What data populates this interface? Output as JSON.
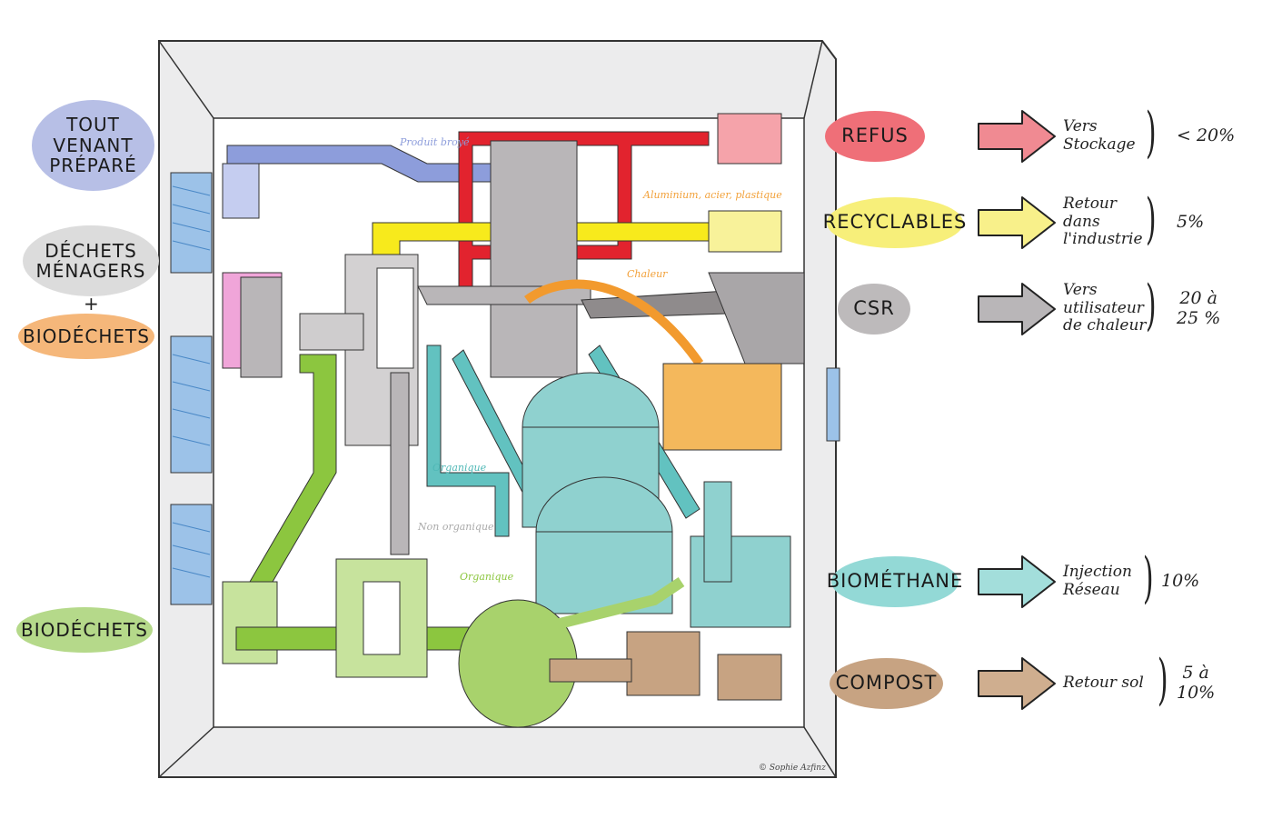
{
  "inputs": [
    {
      "label": "Tout venant préparé",
      "lines": [
        "TOUT",
        "VENANT",
        "PRÉPARÉ"
      ],
      "color": "#b7bfe6"
    },
    {
      "label": "Déchets ménagers",
      "lines": [
        "DÉCHETS",
        "MÉNAGERS"
      ],
      "color": "#dcdcdc"
    },
    {
      "plus": "+"
    },
    {
      "label": "Biodéchets",
      "lines": [
        "BIODÉCHETS"
      ],
      "color": "#f5b77a"
    },
    {
      "label": "Biodéchets",
      "lines": [
        "BIODÉCHETS"
      ],
      "color": "#b5d98a"
    }
  ],
  "flow_labels": {
    "produit_broye": "Produit broyé",
    "metals": "Aluminium, acier, plastique",
    "chaleur": "Chaleur",
    "organique_1": "Organique",
    "non_organique": "Non organique",
    "organique_2": "Organique"
  },
  "outputs": [
    {
      "name": "REFUS",
      "color": "#ef6f78",
      "arrow_color": "#f08a92",
      "destination": [
        "Vers",
        "Stockage"
      ],
      "share": "< 20%"
    },
    {
      "name": "RECYCLABLES",
      "color": "#f7ef7a",
      "arrow_color": "#f8f08a",
      "destination": [
        "Retour",
        "dans",
        "l'industrie"
      ],
      "share": "5%"
    },
    {
      "name": "CSR",
      "color": "#bdbabb",
      "arrow_color": "#b9b6b8",
      "destination": [
        "Vers",
        "utilisateur",
        "de chaleur"
      ],
      "share": "20 à\n25 %"
    },
    {
      "name": "BIOMÉTHANE",
      "color": "#93d9d6",
      "arrow_color": "#a3dedb",
      "destination": [
        "Injection",
        "Réseau"
      ],
      "share": "10%"
    },
    {
      "name": "COMPOST",
      "color": "#c7a382",
      "arrow_color": "#cfae8f",
      "destination": [
        "Retour sol"
      ],
      "share": "5 à\n10%"
    }
  ],
  "credit": "© Sophie Azfinz",
  "colors": {
    "refus": "#e2232e",
    "recyclables": "#f7ea1c",
    "csr": "#8f8b8c",
    "biomethane": "#4fb8b6",
    "compost": "#8c6a4c",
    "organique": "#8cc63f",
    "tout_venant": "#8896d8",
    "building": "#e9eaeb"
  }
}
